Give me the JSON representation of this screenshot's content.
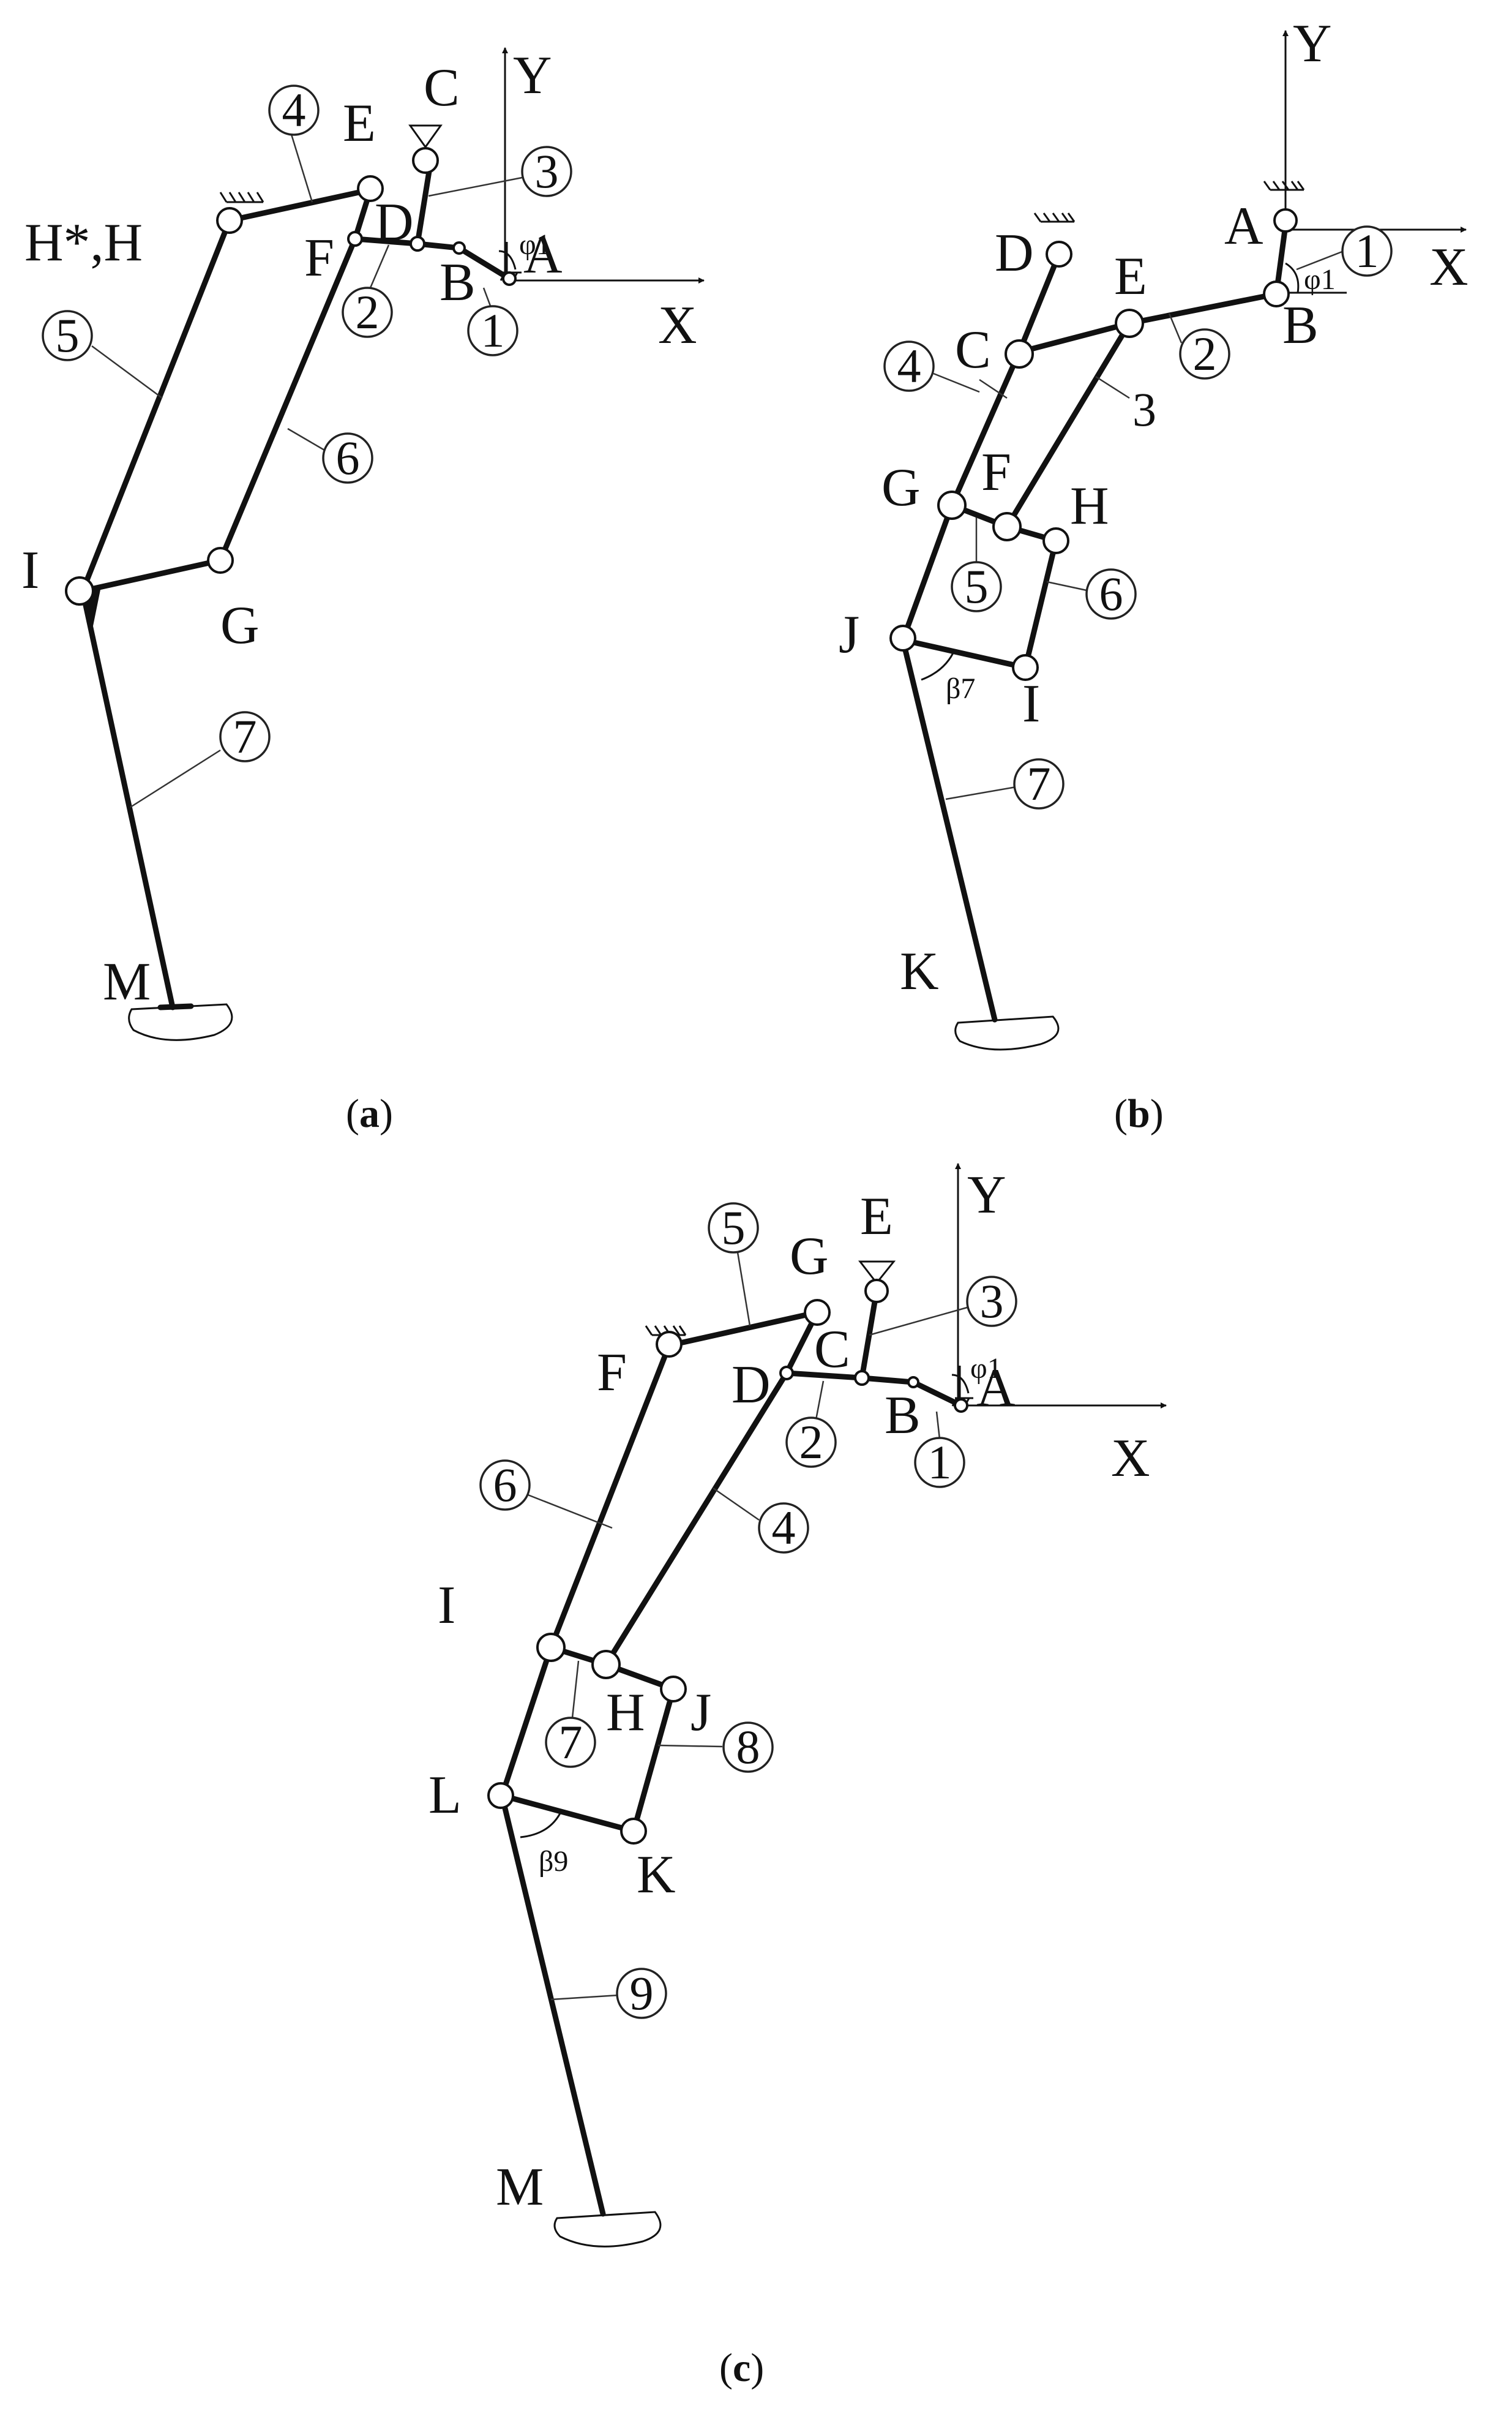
{
  "panels": {
    "a": {
      "caption": "a",
      "axis_x": "X",
      "axis_y": "Y",
      "angle": "φ1",
      "joints": [
        "A",
        "B",
        "C",
        "D",
        "E",
        "F",
        "G",
        "H*,H",
        "I",
        "M"
      ],
      "links": [
        "1",
        "2",
        "3",
        "4",
        "5",
        "6",
        "7"
      ]
    },
    "b": {
      "caption": "b",
      "axis_x": "X",
      "axis_y": "Y",
      "angle": "φ1",
      "angle2": "β7",
      "joints": [
        "A",
        "B",
        "C",
        "D",
        "E",
        "F",
        "G",
        "H",
        "I",
        "J",
        "K"
      ],
      "links": [
        "1",
        "2",
        "3",
        "4",
        "5",
        "6",
        "7"
      ]
    },
    "c": {
      "caption": "c",
      "axis_x": "X",
      "axis_y": "Y",
      "angle": "φ1",
      "angle2": "β9",
      "joints": [
        "A",
        "B",
        "C",
        "D",
        "E",
        "F",
        "G",
        "H",
        "I",
        "J",
        "K",
        "L",
        "M"
      ],
      "links": [
        "1",
        "2",
        "3",
        "4",
        "5",
        "6",
        "7",
        "8",
        "9"
      ]
    }
  }
}
